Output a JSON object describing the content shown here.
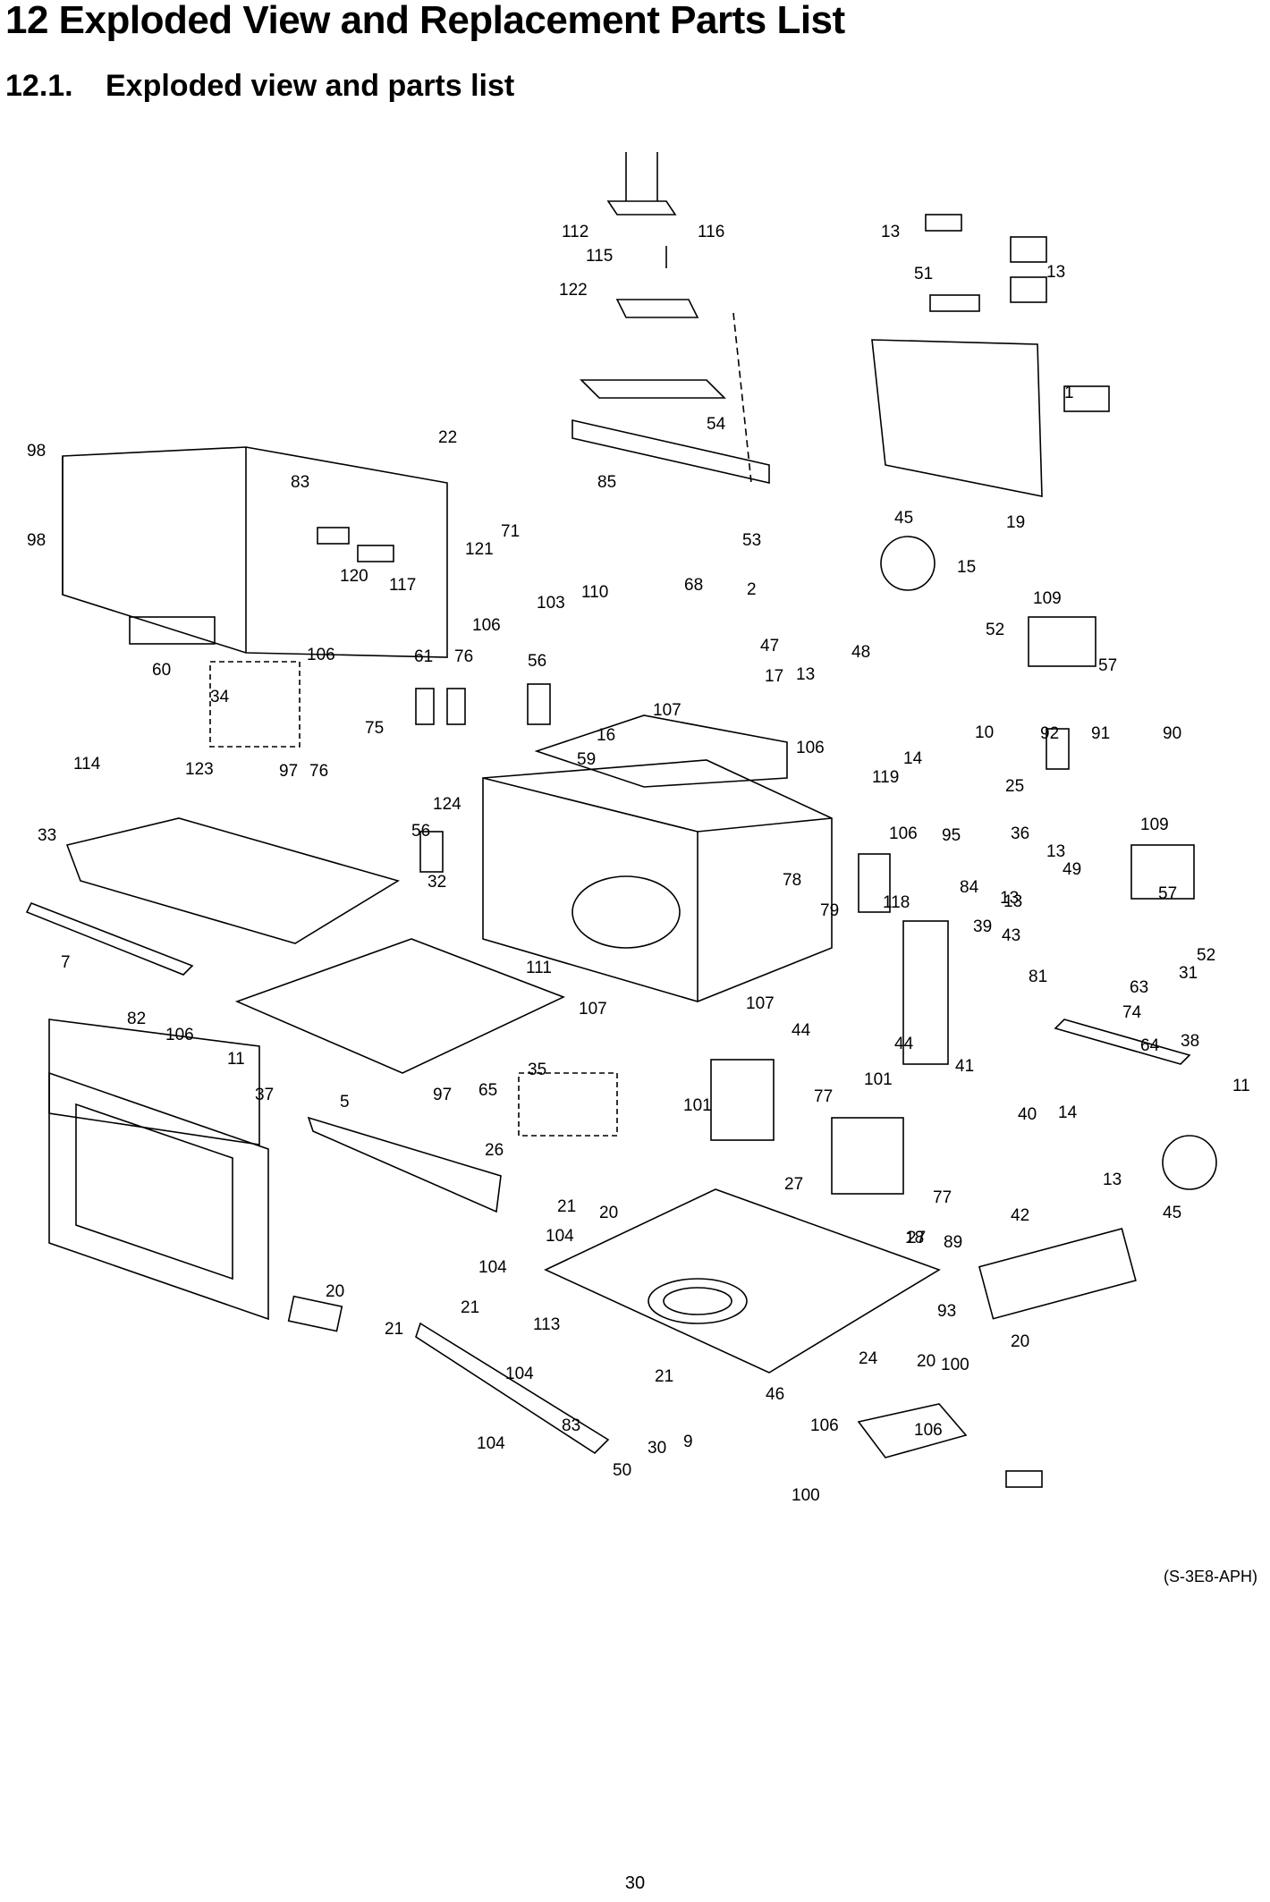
{
  "heading": "12 Exploded View and Replacement Parts List",
  "subheading": {
    "number": "12.1.",
    "title": "Exploded view and parts list"
  },
  "diagram_code": "(S-3E8-APH)",
  "page_number": "30",
  "callouts": [
    "112",
    "116",
    "115",
    "122",
    "13",
    "13",
    "51",
    "1",
    "19",
    "54",
    "85",
    "98",
    "98",
    "22",
    "83",
    "121",
    "120",
    "117",
    "60",
    "45",
    "15",
    "53",
    "2",
    "109",
    "71",
    "103",
    "110",
    "68",
    "47",
    "106",
    "61",
    "76",
    "56",
    "17",
    "107",
    "13",
    "48",
    "52",
    "57",
    "106",
    "75",
    "34",
    "114",
    "123",
    "97",
    "76",
    "124",
    "59",
    "16",
    "106",
    "10",
    "14",
    "25",
    "95",
    "119",
    "92",
    "91",
    "90",
    "33",
    "56",
    "32",
    "78",
    "106",
    "36",
    "13",
    "49",
    "109",
    "57",
    "84",
    "118",
    "79",
    "13",
    "52",
    "13",
    "31",
    "7",
    "111",
    "107",
    "107",
    "44",
    "39",
    "43",
    "81",
    "63",
    "74",
    "64",
    "38",
    "44",
    "41",
    "40",
    "14",
    "11",
    "82",
    "106",
    "11",
    "37",
    "5",
    "97",
    "35",
    "65",
    "101",
    "77",
    "101",
    "77",
    "27",
    "26",
    "13",
    "45",
    "21",
    "20",
    "104",
    "18",
    "27",
    "89",
    "42",
    "20",
    "104",
    "21",
    "113",
    "20",
    "93",
    "100",
    "21",
    "104",
    "24",
    "20",
    "21",
    "46",
    "106",
    "83",
    "30",
    "104",
    "9",
    "50",
    "106",
    "100"
  ]
}
